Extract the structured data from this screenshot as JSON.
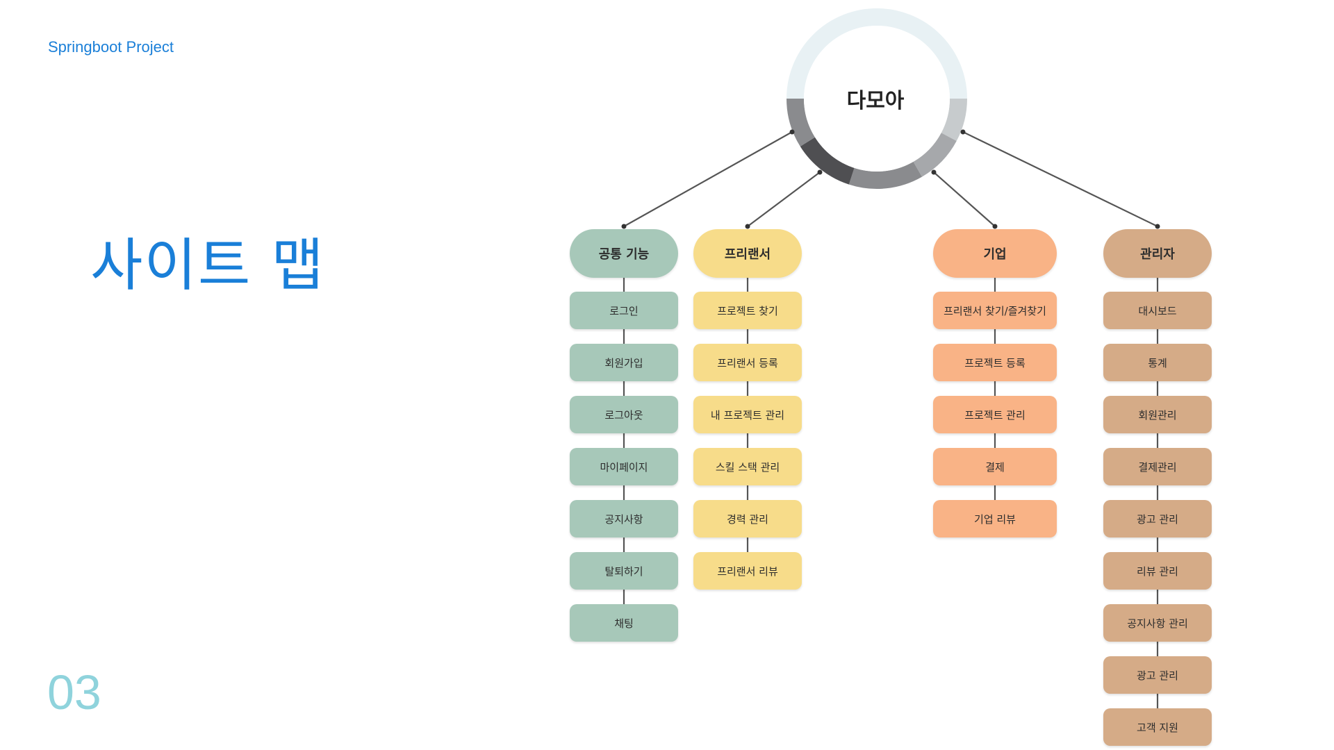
{
  "header": {
    "project": "Springboot Project"
  },
  "title": "사이트 맵",
  "page_number": "03",
  "sitemap": {
    "root": "다모아",
    "colors": {
      "ring_light": "#e8f1f4",
      "ring_dark": "#4f4f52",
      "ring_mid": "#8a8b8e",
      "ring_gray": "#a6a8ab",
      "ring_pale": "#c7cbcd",
      "common": "#a7c8b9",
      "freelancer": "#f7dc8a",
      "company": "#f9b386",
      "admin": "#d5ab87"
    },
    "columns": [
      {
        "key": "common",
        "label": "공통 기능",
        "items": [
          "로그인",
          "회원가입",
          "로그아웃",
          "마이페이지",
          "공지사항",
          "탈퇴하기",
          "채팅"
        ]
      },
      {
        "key": "freelancer",
        "label": "프리랜서",
        "items": [
          "프로젝트 찾기",
          "프리랜서 등록",
          "내 프로젝트 관리",
          "스킬 스택 관리",
          "경력 관리",
          "프리랜서 리뷰"
        ]
      },
      {
        "key": "company",
        "label": "기업",
        "items": [
          "프리랜서 찾기/즐겨찾기",
          "프로젝트 등록",
          "프로젝트 관리",
          "결제",
          "기업 리뷰"
        ]
      },
      {
        "key": "admin",
        "label": "관리자",
        "items": [
          "대시보드",
          "통계",
          "회원관리",
          "결제관리",
          "광고 관리",
          "리뷰 관리",
          "공지사항 관리",
          "광고 관리",
          "고객 지원"
        ]
      }
    ]
  }
}
